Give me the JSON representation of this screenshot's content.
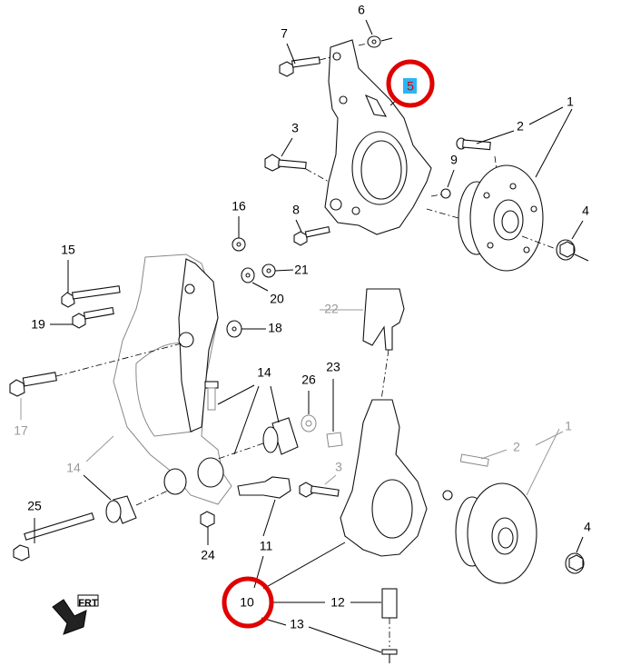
{
  "diagram": {
    "title": "Front suspension knuckle exploded view",
    "highlight_color": "#e00000",
    "highlight_box_color": "#29b6f6",
    "upper_view_labels": {
      "l1": "1",
      "l2": "2",
      "l3": "3",
      "l4": "4",
      "l5": "5",
      "l6": "6",
      "l7": "7",
      "l8": "8",
      "l9": "9"
    },
    "lower_view_labels": {
      "l10": "10",
      "l11": "11",
      "l12": "12",
      "l13": "13",
      "l14a": "14",
      "l14b": "14",
      "l15": "15",
      "l16": "16",
      "l17": "17",
      "l18": "18",
      "l19": "19",
      "l20": "20",
      "l21": "21",
      "l22": "22",
      "l23": "23",
      "l24": "24",
      "l25": "25",
      "l26": "26",
      "l1g": "1",
      "l2g": "2",
      "l3g": "3",
      "l4": "4"
    },
    "front_arrow_label": "FRT",
    "highlighted_items": [
      "5",
      "10"
    ]
  }
}
